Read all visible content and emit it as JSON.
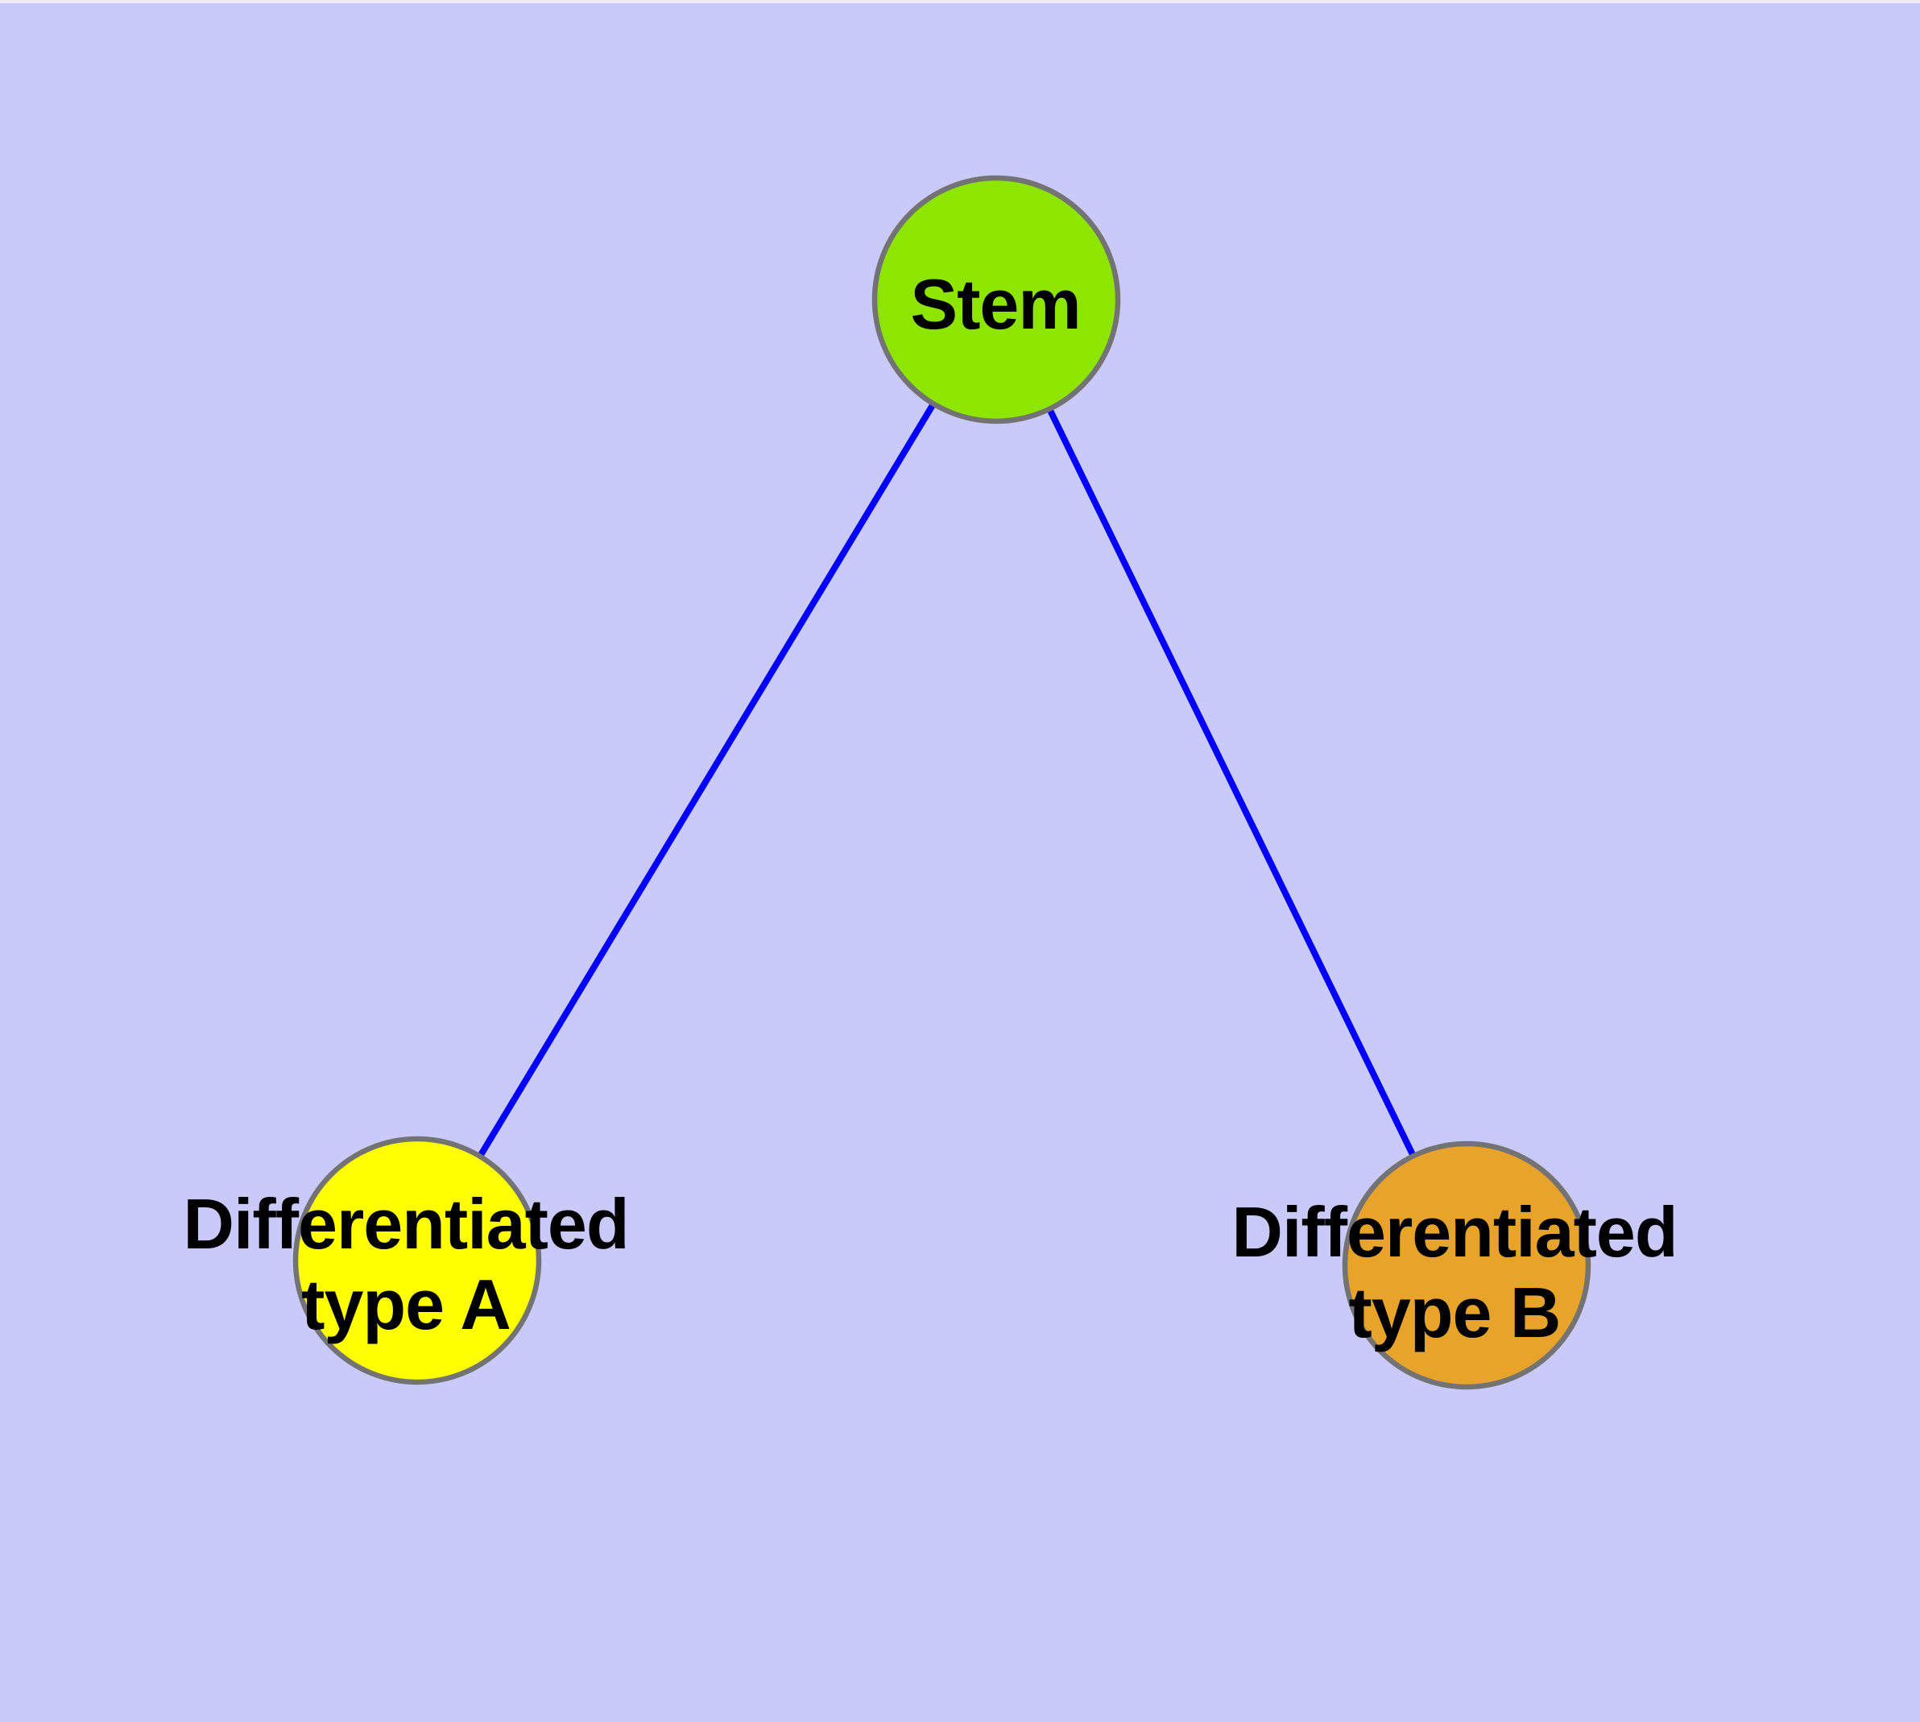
{
  "background": {
    "color": "#c9c9fa",
    "top_strip_color": "#ededf6"
  },
  "node_style": {
    "border_color": "#737373",
    "label_color": "#000000"
  },
  "edge_style": {
    "color": "#0202fa"
  },
  "nodes": [
    {
      "id": "stem",
      "label": "Stem",
      "fill": "#8de500"
    },
    {
      "id": "differentiated-type-a",
      "label": "Differentiated\ntype A",
      "fill": "#ffff00"
    },
    {
      "id": "differentiated-type-b",
      "label": "Differentiated\ntype B",
      "fill": "#e8a32a"
    }
  ],
  "edges": [
    {
      "source": "stem",
      "target": "differentiated-type-a"
    },
    {
      "source": "stem",
      "target": "differentiated-type-b"
    }
  ]
}
